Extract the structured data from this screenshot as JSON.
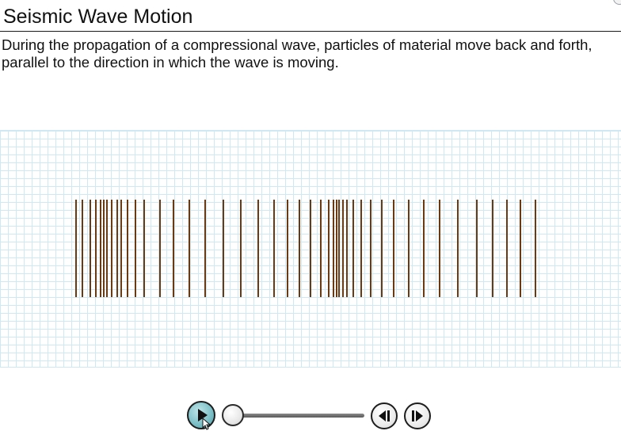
{
  "header": {
    "title": "Seismic Wave Motion"
  },
  "description": "During the propagation of a compressional wave, particles of material move back and forth, parallel to the direction in which the wave is moving.",
  "wave": {
    "line_color": "#6b3a12",
    "grid_color": "#cfe9f4"
  },
  "controls": {
    "play_icon": "play-icon",
    "step_back_icon": "step-back-icon",
    "step_forward_icon": "step-forward-icon",
    "progress": 0
  }
}
